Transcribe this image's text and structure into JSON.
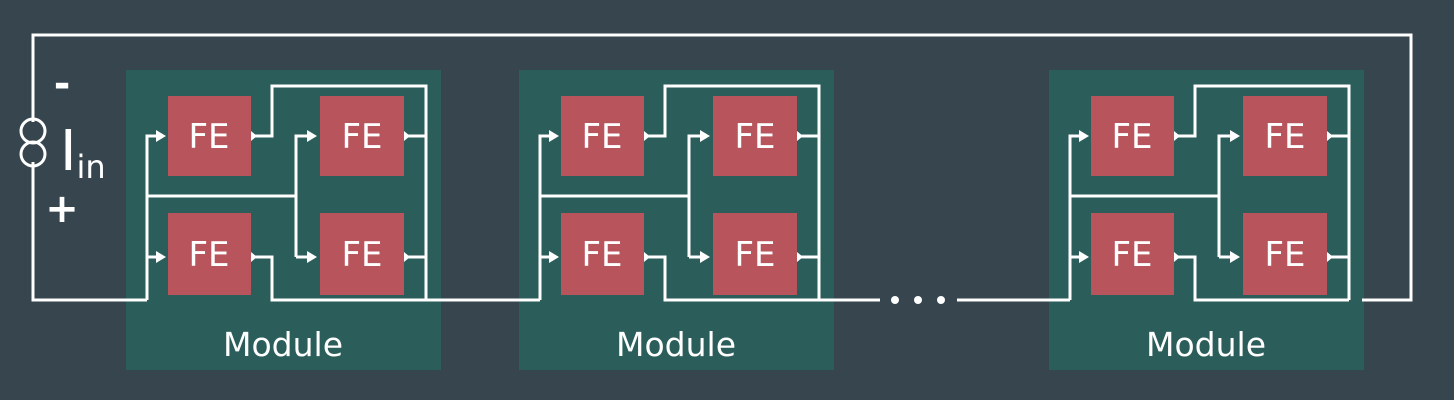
{
  "source": {
    "minus": "-",
    "plus": "+",
    "current_label": "I",
    "current_subscript": "in"
  },
  "modules": [
    {
      "label": "Module",
      "fe_labels": [
        "FE",
        "FE",
        "FE",
        "FE"
      ]
    },
    {
      "label": "Module",
      "fe_labels": [
        "FE",
        "FE",
        "FE",
        "FE"
      ]
    },
    {
      "label": "Module",
      "fe_labels": [
        "FE",
        "FE",
        "FE",
        "FE"
      ]
    }
  ],
  "colors": {
    "background": "#36454e",
    "module": "#2b5e5b",
    "fe": "#b8545c",
    "wire": "#ffffff"
  }
}
